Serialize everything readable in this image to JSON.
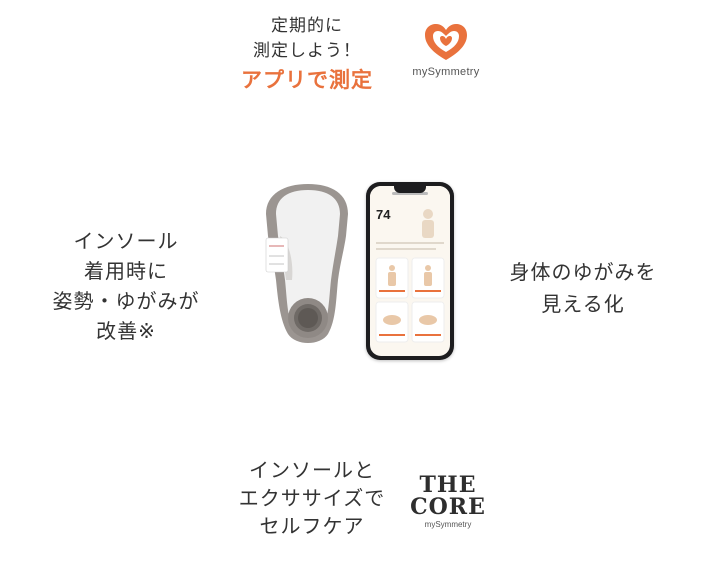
{
  "top": {
    "line1": "定期的に",
    "line2": "測定しよう！",
    "accent": "アプリで測定",
    "logo_wordmark": "mySymmetry",
    "accent_color": "#e9723d",
    "logo_color": "#e9723d"
  },
  "left": {
    "lines": [
      "インソール",
      "着用時に",
      "姿勢・ゆがみが",
      "改善※"
    ]
  },
  "right": {
    "lines": [
      "身体のゆがみを",
      "見える化"
    ]
  },
  "bottom": {
    "lines": [
      "インソールと",
      "エクササイズで",
      "セルフケア"
    ],
    "logo_line1": "THE",
    "logo_line2": "CORE",
    "logo_sub": "mySymmetry"
  },
  "phone": {
    "score": "74"
  },
  "icons": {
    "mysymmetry_logo": "mysymmetry-heart-icon",
    "insole": "insole-device-image",
    "phone": "smartphone-app-image"
  }
}
